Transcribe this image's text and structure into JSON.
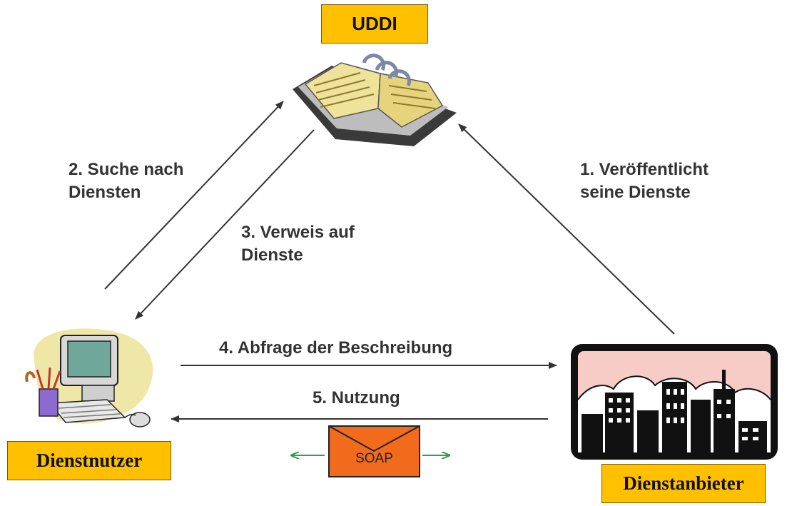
{
  "nodes": {
    "uddi": {
      "label": "UDDI"
    },
    "consumer": {
      "label": "Dienstnutzer"
    },
    "provider": {
      "label": "Dienstanbieter"
    }
  },
  "steps": {
    "publish": {
      "line1": "1. Veröffentlicht",
      "line2": "seine Dienste"
    },
    "search": {
      "line1": "2. Suche nach",
      "line2": "Diensten"
    },
    "reference": {
      "line1": "3. Verweis auf",
      "line2": "Dienste"
    },
    "query": {
      "label": "4. Abfrage der Beschreibung"
    },
    "use": {
      "label": "5. Nutzung"
    }
  },
  "envelope": {
    "label": "SOAP"
  },
  "colors": {
    "box_fill": "#ffc000",
    "envelope_fill": "#f26b1d",
    "small_arrow": "#2e9e4f",
    "arrow": "#333333"
  },
  "icons": [
    "address-book-icon",
    "computer-workstation-icon",
    "city-skyline-icon",
    "envelope-icon"
  ]
}
